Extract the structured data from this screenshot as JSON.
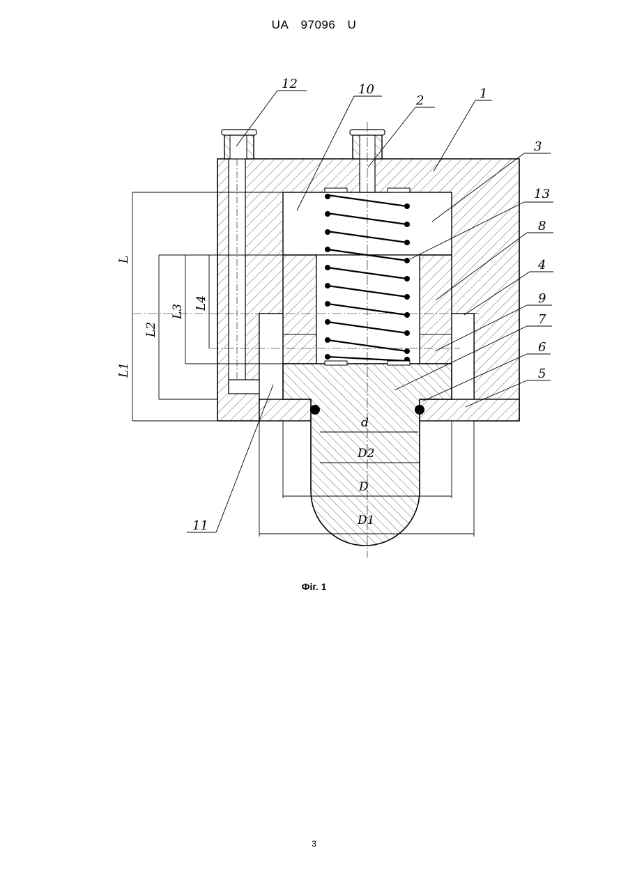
{
  "header": {
    "country": "UA",
    "number": "97096",
    "kind": "U"
  },
  "figure": {
    "caption": "Фіг. 1",
    "callouts": [
      "1",
      "2",
      "3",
      "4",
      "5",
      "6",
      "7",
      "8",
      "9",
      "10",
      "11",
      "12",
      "13"
    ],
    "dimensions": {
      "L": "L",
      "L1": "L1",
      "L2": "L2",
      "L3": "L3",
      "L4": "L4",
      "d": "d",
      "D": "D",
      "D1": "D1",
      "D2": "D2"
    }
  },
  "page_number": "3"
}
